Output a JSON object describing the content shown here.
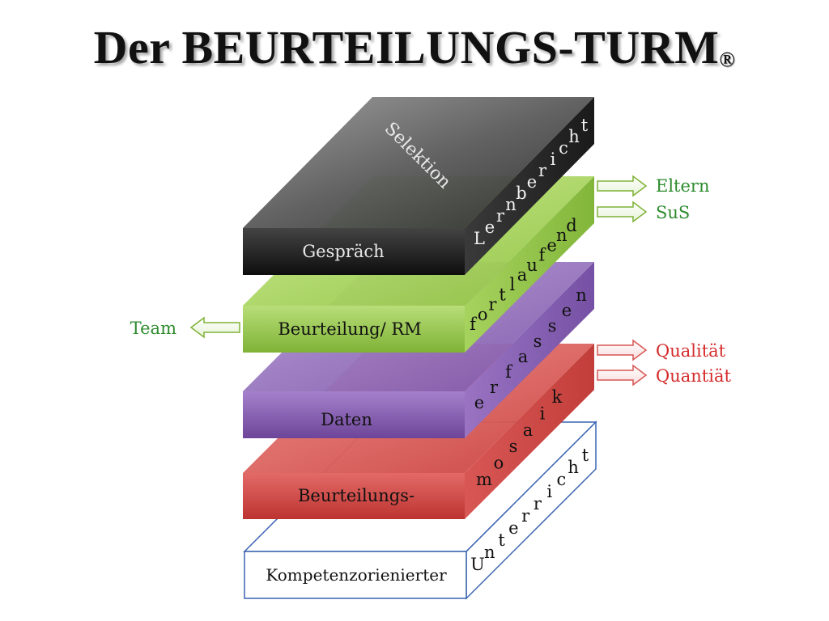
{
  "title": {
    "main": "Der BEURTEILUNGS-TURM",
    "mark": "®"
  },
  "layers": [
    {
      "id": "kompetenz",
      "front_label": "Kompetenzorienierter",
      "side_letters": "Unterricht",
      "color": "#ffffff",
      "outline": "#3a64b0"
    },
    {
      "id": "beurteilungs",
      "front_label": "Beurteilungs-",
      "side_letters": "mosaik",
      "color": "#d94e4c"
    },
    {
      "id": "daten",
      "front_label": "Daten",
      "side_letters": "erfassen",
      "color": "#8a62b6"
    },
    {
      "id": "beurteilung",
      "front_label": "Beurteilung/ RM",
      "side_letters": "fortlaufend",
      "color": "#9ccf4c"
    },
    {
      "id": "gespraech",
      "front_label": "Gespräch",
      "top_label": "Selektion",
      "side_letters": "Lernbericht",
      "color": "#3f3f3f"
    }
  ],
  "arrows": {
    "team": {
      "label": "Team",
      "color": "#2e8b2e"
    },
    "eltern": {
      "label": "Eltern",
      "color": "#2e8b2e"
    },
    "sus": {
      "label": "SuS",
      "color": "#2e8b2e"
    },
    "qualitaet": {
      "label": "Qualität",
      "color": "#d42a2a"
    },
    "quantitaet": {
      "label": "Quantiät",
      "color": "#d42a2a"
    }
  }
}
